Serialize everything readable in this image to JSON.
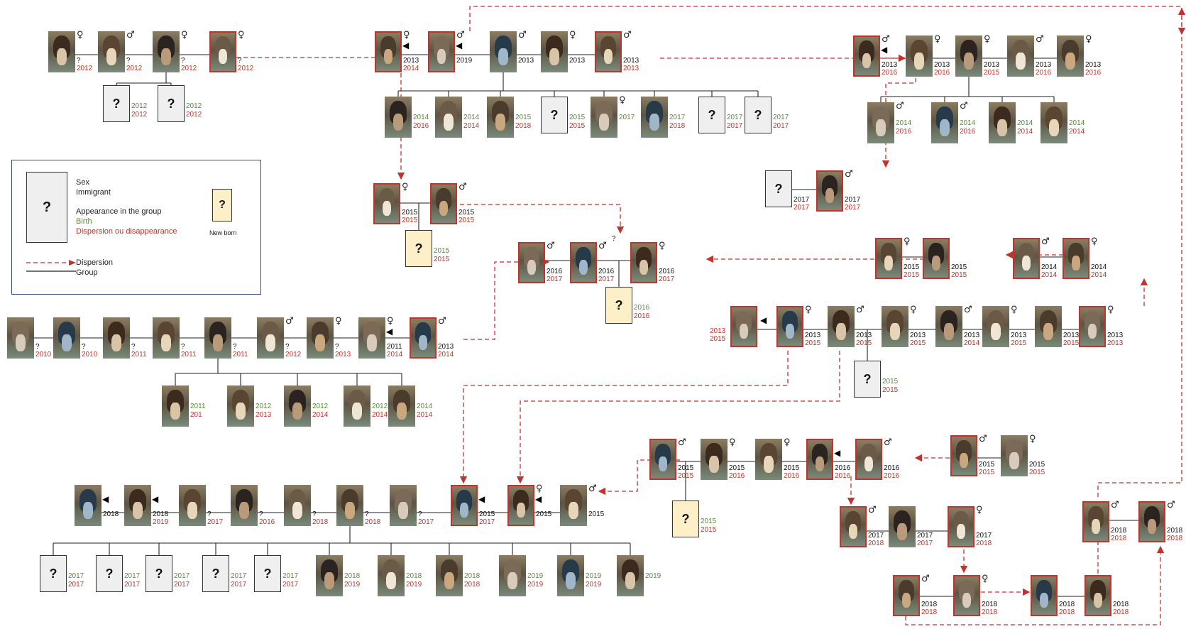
{
  "legend": {
    "unknown_symbol": "?",
    "sex": "Sex",
    "immigrant": "Immigrant",
    "appearance": "Appearance in the group",
    "birth": "Birth",
    "dispersion_disappearance": "Dispersion ou disappearance",
    "newborn": "New born",
    "dispersion": "Dispersion",
    "group": "Group"
  },
  "palette": {
    "dispersion_red": "#c3322b",
    "birth_green": "#5b8a3a",
    "newborn_fill": "#fdefc7",
    "unknown_fill": "#efefef",
    "legend_border": "#2f4a79"
  },
  "free_labels": [
    "2013",
    "2015"
  ],
  "groups": [
    {
      "name": "group-a",
      "members": [
        {
          "sex": "♀",
          "y1": "?",
          "y2": "2012"
        },
        {
          "sex": "♂",
          "y1": "?",
          "y2": "2012"
        },
        {
          "sex": "♀",
          "y1": "?",
          "y2": "2012"
        },
        {
          "sex": "♀",
          "y1": "?",
          "y2": "2012",
          "red": true
        }
      ],
      "offspring": [
        {
          "unknown": true,
          "y1": "2012",
          "y2": "2012"
        },
        {
          "unknown": true,
          "y1": "2012",
          "y2": "2012"
        }
      ]
    },
    {
      "name": "group-b",
      "members": [
        {
          "sex": "♀",
          "y1": "2013",
          "y2": "2014",
          "red": true,
          "immigrant": true
        },
        {
          "sex": "♂",
          "y1": "2019",
          "y2": "",
          "red": true,
          "immigrant": true
        },
        {
          "sex": "♂",
          "y1": "2013",
          "y2": ""
        },
        {
          "sex": "♀",
          "y1": "2013",
          "y2": ""
        },
        {
          "sex": "♂",
          "y1": "2013",
          "y2": "2013",
          "red": true
        }
      ],
      "offspring": [
        {
          "y1": "2014",
          "y2": "2016"
        },
        {
          "y1": "2014",
          "y2": "2014"
        },
        {
          "y1": "2015",
          "y2": "2018"
        },
        {
          "unknown": true,
          "y1": "2015",
          "y2": "2015"
        },
        {
          "sex": "♀",
          "y1": "2017",
          "y2": ""
        },
        {
          "y1": "2017",
          "y2": "2018"
        },
        {
          "unknown": true,
          "y1": "2017",
          "y2": "2017"
        },
        {
          "unknown": true,
          "y1": "2017",
          "y2": "2017"
        }
      ]
    },
    {
      "name": "group-c",
      "members": [
        {
          "sex": "♂",
          "y1": "2013",
          "y2": "2016",
          "red": true,
          "immigrant": true
        },
        {
          "sex": "♀",
          "y1": "2013",
          "y2": "2016"
        },
        {
          "sex": "♀",
          "y1": "2013",
          "y2": "2015"
        },
        {
          "sex": "♂",
          "y1": "2013",
          "y2": "2016"
        },
        {
          "sex": "♀",
          "y1": "2013",
          "y2": "2016"
        }
      ],
      "offspring": [
        {
          "sex": "♂",
          "y1": "2014",
          "y2": "2016"
        },
        {
          "sex": "♂",
          "y1": "2014",
          "y2": "2016"
        },
        {
          "y1": "2014",
          "y2": "2014"
        },
        {
          "y1": "2014",
          "y2": "2014"
        }
      ]
    },
    {
      "name": "group-d",
      "members": [
        {
          "unknown": true,
          "y1": "2017",
          "y2": "2017"
        },
        {
          "sex": "♂",
          "y1": "2017",
          "y2": "2017",
          "red": true
        }
      ]
    },
    {
      "name": "group-e",
      "members": [
        {
          "sex": "♀",
          "y1": "2015",
          "y2": "2015",
          "red": true
        },
        {
          "sex": "♂",
          "y1": "2015",
          "y2": "2015",
          "red": true
        }
      ],
      "offspring": [
        {
          "unknown": true,
          "newborn": true,
          "y1": "2015",
          "y2": "2015"
        }
      ]
    },
    {
      "name": "group-f",
      "members": [
        {
          "sex": "♂",
          "y1": "2016",
          "y2": "2017",
          "red": true
        },
        {
          "sex": "♂",
          "y1": "2016",
          "y2": "2017",
          "red": true
        },
        {
          "sex": "♀",
          "y1": "2016",
          "y2": "2017",
          "red": true,
          "above": "?"
        }
      ],
      "offspring": [
        {
          "unknown": true,
          "newborn": true,
          "y1": "2016",
          "y2": "2016"
        }
      ]
    },
    {
      "name": "group-g",
      "members": [
        {
          "sex": "♀",
          "y1": "2015",
          "y2": "2015",
          "red": true
        },
        {
          "sex": "",
          "y1": "2015",
          "y2": "2015",
          "red": true
        }
      ]
    },
    {
      "name": "group-h",
      "members": [
        {
          "sex": "♂",
          "y1": "2014",
          "y2": "2014",
          "red": true
        },
        {
          "sex": "♀",
          "y1": "2014",
          "y2": "2014",
          "red": true
        }
      ]
    },
    {
      "name": "group-i",
      "members": [
        {
          "sex": "",
          "y1": "?",
          "y2": "2010"
        },
        {
          "sex": "",
          "y1": "?",
          "y2": "2010"
        },
        {
          "sex": "",
          "y1": "?",
          "y2": "2011"
        },
        {
          "sex": "",
          "y1": "?",
          "y2": "2011"
        },
        {
          "sex": "",
          "y1": "?",
          "y2": "2011"
        },
        {
          "sex": "♂",
          "y1": "?",
          "y2": "2012"
        },
        {
          "sex": "♀",
          "y1": "?",
          "y2": "2013"
        },
        {
          "sex": "♀",
          "y1": "2011",
          "y2": "2014",
          "immigrant": true
        },
        {
          "sex": "♂",
          "y1": "2013",
          "y2": "2014",
          "red": true
        }
      ],
      "offspring": [
        {
          "y1": "2011",
          "y2": "201"
        },
        {
          "y1": "2012",
          "y2": "2013"
        },
        {
          "y1": "2012",
          "y2": "2014"
        },
        {
          "y1": "2012",
          "y2": "2014"
        },
        {
          "y1": "2014",
          "y2": "2014"
        }
      ]
    },
    {
      "name": "group-j",
      "members": [
        {
          "sex": "",
          "y1": "",
          "y2": "",
          "red": true,
          "immigrant_left": true
        },
        {
          "sex": "♀",
          "y1": "2013",
          "y2": "2015",
          "red": true
        },
        {
          "sex": "♂",
          "y1": "2013",
          "y2": "2015"
        },
        {
          "sex": "♀",
          "y1": "2013",
          "y2": "2015"
        },
        {
          "sex": "♂",
          "y1": "2013",
          "y2": "2014"
        },
        {
          "sex": "♀",
          "y1": "2013",
          "y2": "2015"
        },
        {
          "sex": "",
          "y1": "2013",
          "y2": "2015"
        },
        {
          "sex": "♀",
          "y1": "2013",
          "y2": "2013",
          "red": true
        }
      ],
      "offspring": [
        {
          "unknown": true,
          "y1": "2015",
          "y2": "2015"
        }
      ]
    },
    {
      "name": "group-k",
      "members": [
        {
          "sex": "♂",
          "y1": "2015",
          "y2": "2015",
          "red": true
        },
        {
          "sex": "♀",
          "y1": "2015",
          "y2": "2016"
        },
        {
          "sex": "♀",
          "y1": "2015",
          "y2": "2016"
        },
        {
          "sex": "",
          "y1": "2016",
          "y2": "2016",
          "red": true,
          "immigrant": true
        },
        {
          "sex": "♂",
          "y1": "2016",
          "y2": "2016",
          "red": true
        }
      ],
      "offspring": [
        {
          "unknown": true,
          "newborn": true,
          "y1": "2015",
          "y2": "2015"
        }
      ]
    },
    {
      "name": "group-l",
      "members": [
        {
          "sex": "♂",
          "y1": "2015",
          "y2": "2015",
          "red": true
        },
        {
          "sex": "♀",
          "y1": "2015",
          "y2": "2015"
        }
      ]
    },
    {
      "name": "group-m",
      "members": [
        {
          "sex": "",
          "y1": "2018",
          "y2": "",
          "immigrant": true
        },
        {
          "sex": "",
          "y1": "2018",
          "y2": "2019",
          "immigrant": true
        },
        {
          "sex": "",
          "y1": "?",
          "y2": "2017"
        },
        {
          "sex": "",
          "y1": "?",
          "y2": "2016"
        },
        {
          "sex": "",
          "y1": "?",
          "y2": "2018"
        },
        {
          "sex": "",
          "y1": "?",
          "y2": "2018"
        },
        {
          "sex": "",
          "y1": "?",
          "y2": "2017"
        },
        {
          "sex": "",
          "y1": "2015",
          "y2": "2017",
          "red": true,
          "immigrant": true
        },
        {
          "sex": "♀",
          "y1": "2015",
          "y2": "",
          "red": true,
          "immigrant": true
        },
        {
          "sex": "♂",
          "y1": "2015",
          "y2": ""
        }
      ],
      "offspring": [
        {
          "unknown": true,
          "y1": "2017",
          "y2": "2017"
        },
        {
          "unknown": true,
          "y1": "2017",
          "y2": "2017"
        },
        {
          "unknown": true,
          "y1": "2017",
          "y2": "2017"
        },
        {
          "unknown": true,
          "y1": "2017",
          "y2": "2017"
        },
        {
          "unknown": true,
          "y1": "2017",
          "y2": "2017"
        },
        {
          "y1": "2018",
          "y2": "2019"
        },
        {
          "y1": "2018",
          "y2": "2019"
        },
        {
          "y1": "2018",
          "y2": "2018"
        },
        {
          "y1": "2019",
          "y2": "2019"
        },
        {
          "y1": "2019",
          "y2": "2019"
        },
        {
          "y1": "2019",
          "y2": ""
        }
      ]
    },
    {
      "name": "group-n",
      "members": [
        {
          "sex": "♂",
          "y1": "2017",
          "y2": "2018",
          "red": true
        },
        {
          "sex": "",
          "y1": "2017",
          "y2": "2017"
        },
        {
          "sex": "♀",
          "y1": "2017",
          "y2": "2018",
          "red": true
        }
      ]
    },
    {
      "name": "group-o",
      "members": [
        {
          "sex": "♂",
          "y1": "2018",
          "y2": "2018",
          "red": true
        },
        {
          "sex": "♀",
          "y1": "2018",
          "y2": "2018",
          "red": true
        }
      ]
    },
    {
      "name": "group-p",
      "members": [
        {
          "sex": "",
          "y1": "2018",
          "y2": "2018",
          "red": true
        },
        {
          "sex": "",
          "y1": "2018",
          "y2": "2018",
          "red": true
        }
      ]
    },
    {
      "name": "group-q",
      "members": [
        {
          "sex": "♂",
          "y1": "2018",
          "y2": "2018",
          "red": true
        },
        {
          "sex": "♂",
          "y1": "2018",
          "y2": "2018",
          "red": true
        }
      ]
    }
  ]
}
